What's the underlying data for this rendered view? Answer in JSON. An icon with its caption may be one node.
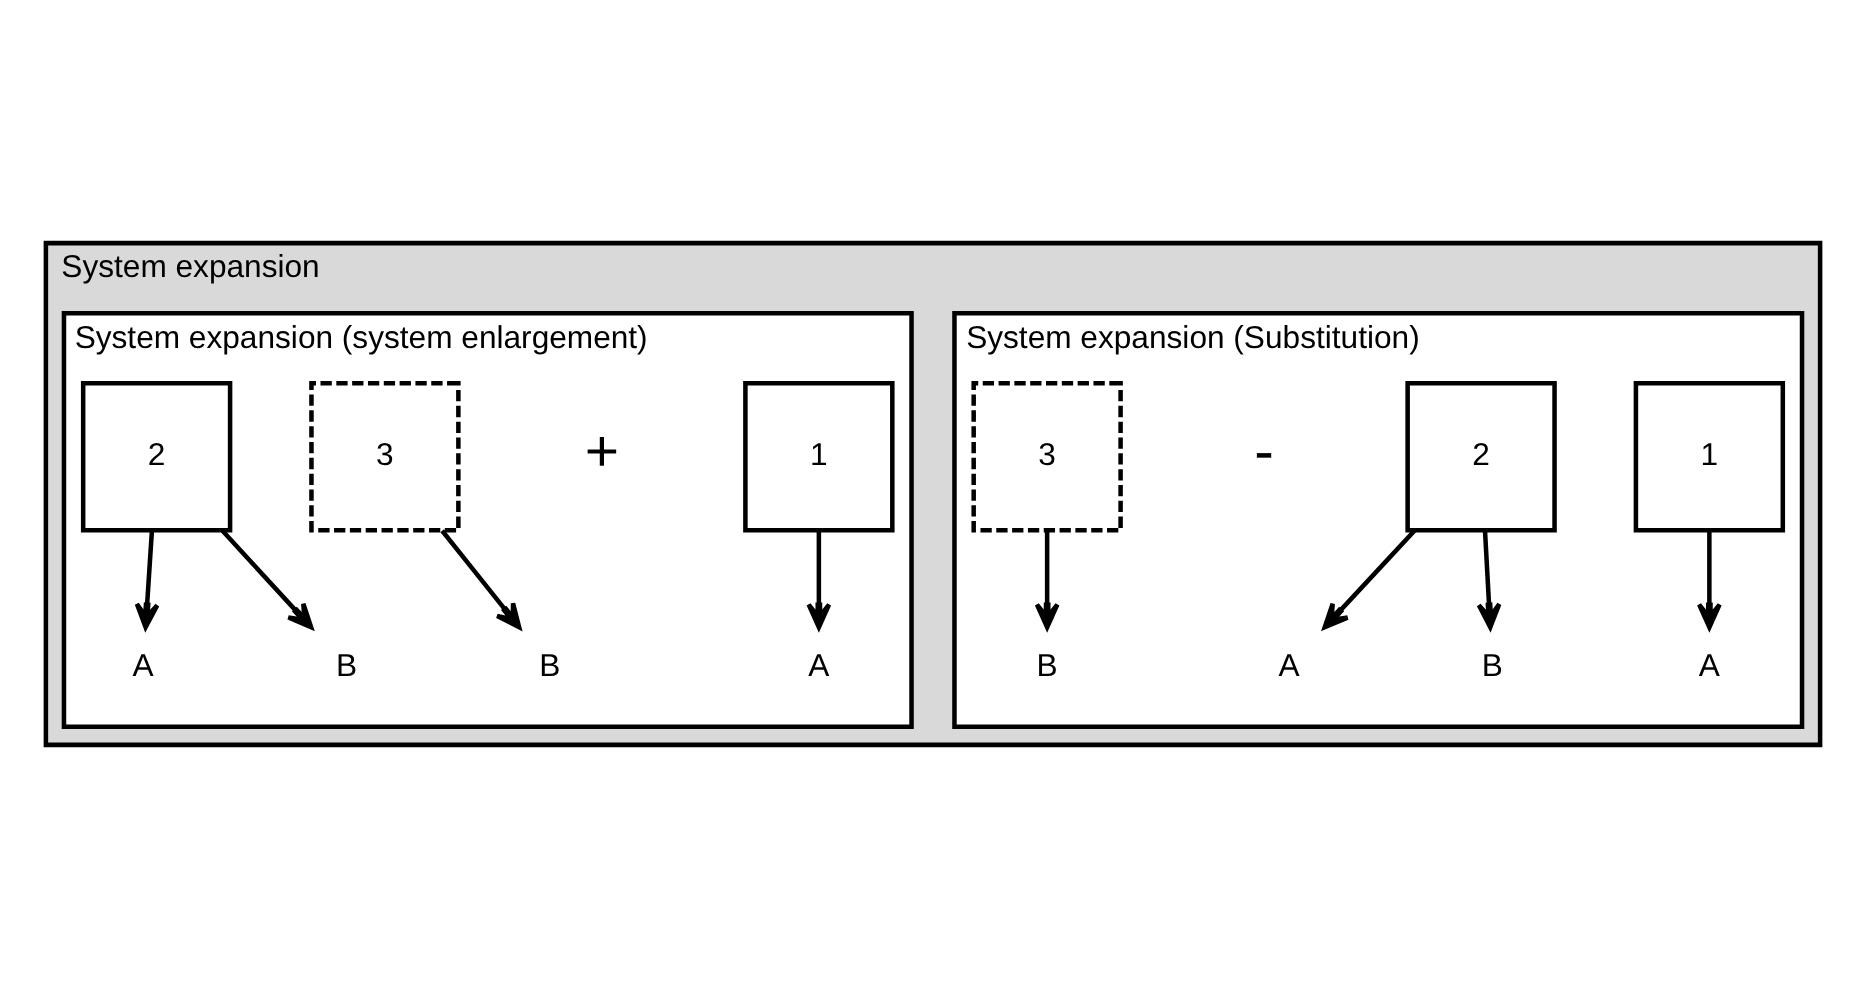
{
  "diagram": {
    "nodes": [
      {
        "text": [
          "System expansion"
        ]
      },
      {
        "text": [
          "System expansion (Substitution)"
        ],
        "in": 0
      },
      {
        "text": [
          "1"
        ],
        "in": 1
      },
      {
        "text": [
          "2"
        ],
        "in": 1
      },
      {
        "text": [
          "3"
        ],
        "in": 1
      },
      {
        "text": [
          "A"
        ],
        "in": 1
      },
      {
        "text": [
          "A"
        ],
        "in": 1
      },
      {
        "text": [
          "B"
        ],
        "in": 1
      },
      {
        "text": [
          "B"
        ],
        "in": 1
      },
      {
        "text": [
          "System expansion (system enlargement)"
        ],
        "in": 0
      },
      {
        "text": [
          "1"
        ],
        "in": 9
      },
      {
        "text": [
          "3"
        ],
        "in": 9
      },
      {
        "text": [
          "2"
        ],
        "in": 9
      },
      {
        "text": [
          "A"
        ],
        "in": 9
      },
      {
        "text": [
          "B"
        ],
        "in": 9
      },
      {
        "text": [
          "A"
        ],
        "in": 9
      },
      {
        "text": [
          "B"
        ],
        "in": 9
      }
    ],
    "edges": [
      {
        "from": 2,
        "to": 5,
        "arrow": "to"
      },
      {
        "from": 3,
        "to": 6,
        "arrow": "to"
      },
      {
        "from": 3,
        "to": 7,
        "arrow": "to"
      },
      {
        "from": 4,
        "to": 8,
        "arrow": "to"
      },
      {
        "from": 10,
        "to": 13,
        "arrow": "to"
      },
      {
        "from": 11,
        "to": 14,
        "arrow": "to"
      },
      {
        "from": 12,
        "to": 15,
        "arrow": "to"
      },
      {
        "from": 12,
        "to": 16,
        "arrow": "to"
      }
    ],
    "labels": [
      "-",
      "+"
    ]
  }
}
